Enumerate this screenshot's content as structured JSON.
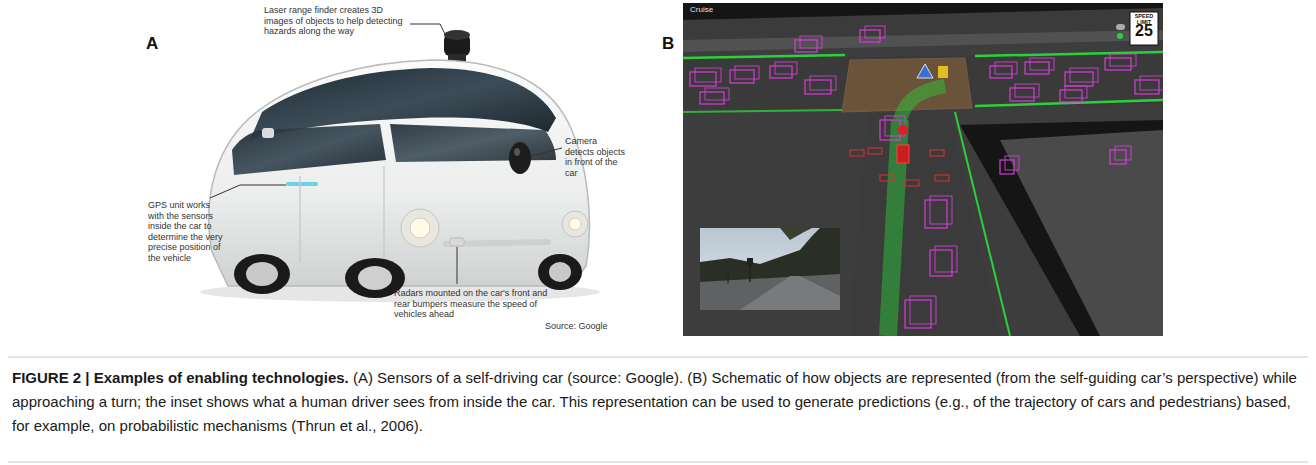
{
  "diagram": {
    "title": "FIGURE 2 | Examples of enabling technologies.",
    "caption": "(A) Sensors of a self-driving car (source: Google). (B) Schematic of how objects are represented (from the self-guiding car’s perspective) while approaching a turn; the inset shows what a human driver sees from inside the car. This representation can be used to generate predictions (e.g., of the trajectory of cars and pedestrians) based, for example, on probabilistic mechanisms (Thrun et al., 2006).",
    "labels": [
      "A",
      "Laser range finder creates 3D images of objects to help detecting hazards along the way",
      "Camera detects objects in front of the car",
      "GPS unit works with the sensors inside the car to determine the very precise position of the vehicle",
      "Radars mounted on the car's front and rear bumpers measure the speed of vehicles ahead",
      "Source: Google",
      "B",
      "Cruise",
      "SPEED LIMIT",
      "25"
    ]
  }
}
